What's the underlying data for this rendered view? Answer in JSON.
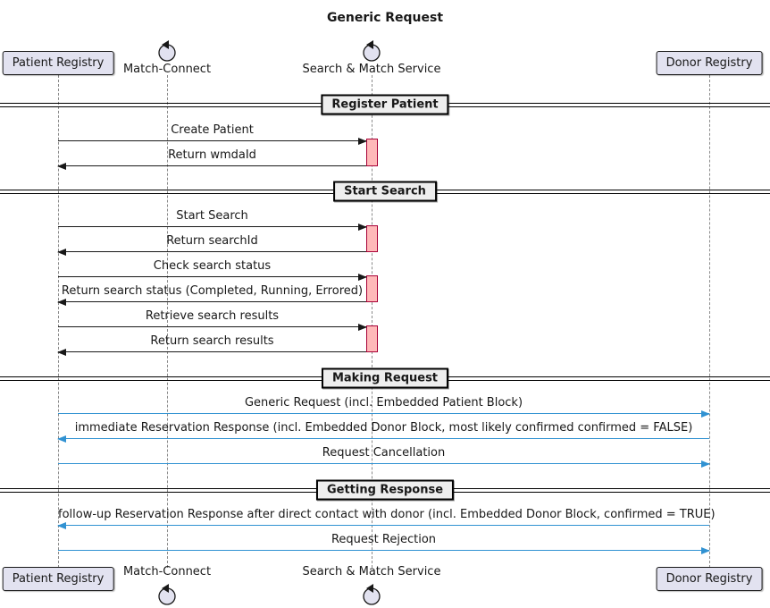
{
  "title": "Generic Request",
  "participants": {
    "patient_registry": {
      "label": "Patient Registry",
      "type": "box"
    },
    "match_connect": {
      "label": "Match-Connect",
      "type": "control"
    },
    "search_match_service": {
      "label": "Search & Match Service",
      "type": "control"
    },
    "donor_registry": {
      "label": "Donor Registry",
      "type": "box"
    }
  },
  "dividers": [
    {
      "label": "Register Patient"
    },
    {
      "label": "Start Search"
    },
    {
      "label": "Making Request"
    },
    {
      "label": "Getting Response"
    }
  ],
  "messages": [
    {
      "label": "Create Patient",
      "from": "Patient Registry",
      "to": "Search & Match Service",
      "color": "#181818"
    },
    {
      "label": "Return wmdaId",
      "from": "Search & Match Service",
      "to": "Patient Registry",
      "color": "#181818"
    },
    {
      "label": "Start Search",
      "from": "Patient Registry",
      "to": "Search & Match Service",
      "color": "#181818"
    },
    {
      "label": "Return searchId",
      "from": "Search & Match Service",
      "to": "Patient Registry",
      "color": "#181818"
    },
    {
      "label": "Check search status",
      "from": "Patient Registry",
      "to": "Search & Match Service",
      "color": "#181818"
    },
    {
      "label": "Return search status (Completed, Running, Errored)",
      "from": "Search & Match Service",
      "to": "Patient Registry",
      "color": "#181818"
    },
    {
      "label": "Retrieve search results",
      "from": "Patient Registry",
      "to": "Search & Match Service",
      "color": "#181818"
    },
    {
      "label": "Return search results",
      "from": "Search & Match Service",
      "to": "Patient Registry",
      "color": "#181818"
    },
    {
      "label": "Generic Request (incl. Embedded Patient Block)",
      "from": "Patient Registry",
      "to": "Donor Registry",
      "color": "#3192D2"
    },
    {
      "label": "immediate Reservation Response (incl. Embedded Donor Block, most likely confirmed confirmed = FALSE)",
      "from": "Donor Registry",
      "to": "Patient Registry",
      "color": "#3192D2"
    },
    {
      "label": "Request Cancellation",
      "from": "Patient Registry",
      "to": "Donor Registry",
      "color": "#3192D2"
    },
    {
      "label": "follow-up Reservation Response after direct contact with donor (incl. Embedded Donor Block, confirmed = TRUE)",
      "from": "Donor Registry",
      "to": "Patient Registry",
      "color": "#3192D2"
    },
    {
      "label": "Request Rejection",
      "from": "Patient Registry",
      "to": "Donor Registry",
      "color": "#3192D2"
    }
  ],
  "icons": {
    "control": "control-icon (circle with counter-clockwise arrow)"
  },
  "colors": {
    "participant_fill": "#E2E2F0",
    "participant_border": "#181818",
    "activation_fill": "#FFB9B9",
    "activation_border": "#A80036",
    "black_arrow": "#181818",
    "blue_arrow": "#3192D2",
    "divider_fill": "#EEEEEE",
    "lifeline": "#8A8A8A"
  }
}
